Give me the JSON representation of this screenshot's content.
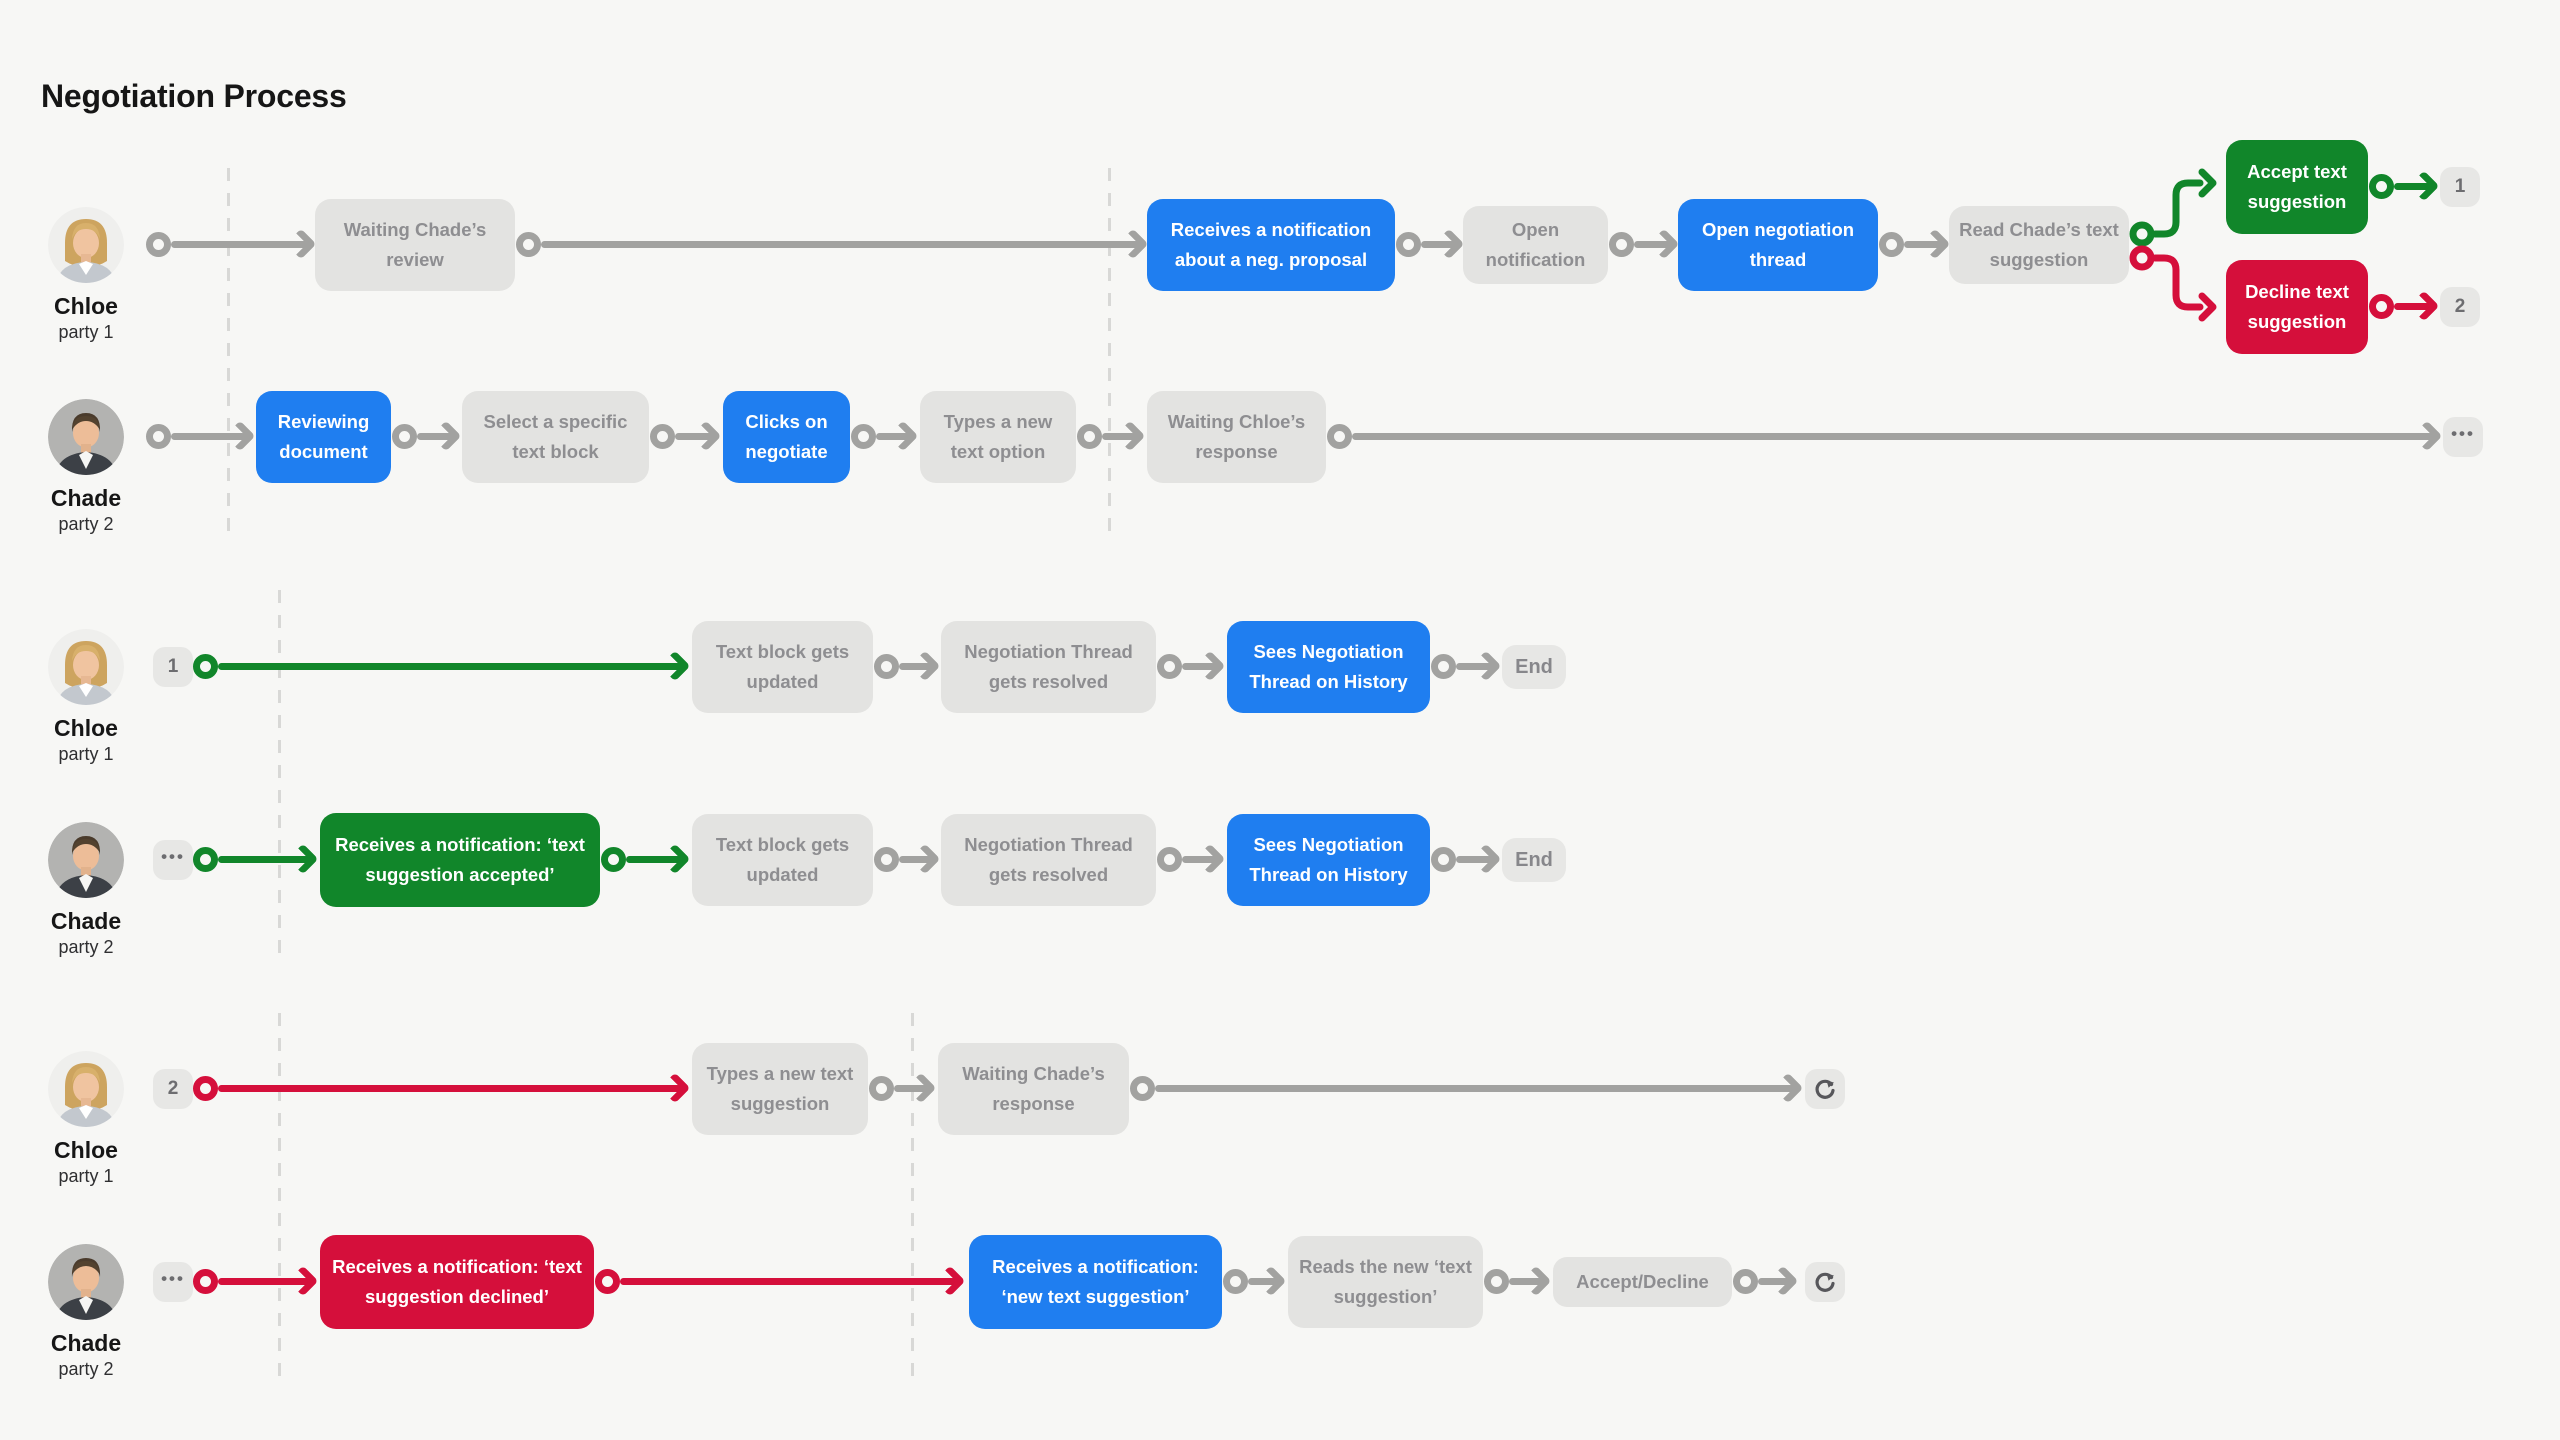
{
  "title": "Negotiation Process",
  "actors": {
    "chloe": {
      "name": "Chloe",
      "party": "party 1"
    },
    "chade": {
      "name": "Chade",
      "party": "party 2"
    }
  },
  "markers": {
    "one": "1",
    "two": "2",
    "ellipsis": "•••",
    "end": "End",
    "refresh_icon": "clockwise-refresh-arrow"
  },
  "colors": {
    "background": "#f7f7f5",
    "node_gray_bg": "#e3e3e1",
    "node_gray_text": "#8e8e91",
    "node_blue": "#1f7ef0",
    "node_green": "#11862a",
    "node_red": "#d50f3b",
    "connector_gray": "#a2a2a0",
    "divider_gray": "#d8d8d6"
  },
  "flows": {
    "s1_chloe": {
      "waiting_review": "Waiting Chade’s review",
      "receives_proposal": "Receives a notification about a neg. proposal",
      "open_notification": "Open notification",
      "open_thread": "Open negotiation thread",
      "read_suggestion": "Read Chade’s text suggestion",
      "accept": "Accept text suggestion",
      "decline": "Decline text suggestion"
    },
    "s1_chade": {
      "reviewing": "Reviewing document",
      "select_block": "Select a specific text block",
      "clicks_negotiate": "Clicks on negotiate",
      "types_option": "Types a new text option",
      "waiting_response": "Waiting Chloe’s response"
    },
    "s2_chloe": {
      "block_updated": "Text block gets updated",
      "thread_resolved": "Negotiation Thread gets resolved",
      "sees_history": "Sees Negotiation Thread on History"
    },
    "s2_chade": {
      "notif_accepted": "Receives a notification: ‘text suggestion accepted’",
      "block_updated": "Text block gets updated",
      "thread_resolved": "Negotiation Thread gets resolved",
      "sees_history": "Sees Negotiation Thread on History"
    },
    "s3_chloe": {
      "types_suggestion": "Types a new text suggestion",
      "waiting_response": "Waiting Chade’s response"
    },
    "s3_chade": {
      "notif_declined": "Receives a notification: ‘text suggestion declined’",
      "notif_new": "Receives a notification: ‘new text suggestion’",
      "reads_new": "Reads the new ‘text suggestion’",
      "accept_decline": "Accept/Decline"
    }
  }
}
